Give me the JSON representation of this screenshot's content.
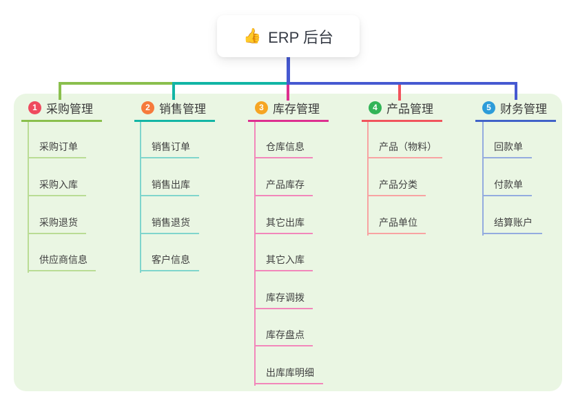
{
  "root": {
    "icon": "👍",
    "title": "ERP 后台"
  },
  "branches": [
    {
      "badge": "1",
      "title": "采购管理",
      "children": [
        "采购订单",
        "采购入库",
        "采购退货",
        "供应商信息"
      ]
    },
    {
      "badge": "2",
      "title": "销售管理",
      "children": [
        "销售订单",
        "销售出库",
        "销售退货",
        "客户信息"
      ]
    },
    {
      "badge": "3",
      "title": "库存管理",
      "children": [
        "仓库信息",
        "产品库存",
        "其它出库",
        "其它入库",
        "库存调拨",
        "库存盘点",
        "出库库明细"
      ]
    },
    {
      "badge": "4",
      "title": "产品管理",
      "children": [
        "产品（物料）",
        "产品分类",
        "产品单位"
      ]
    },
    {
      "badge": "5",
      "title": "财务管理",
      "children": [
        "回款单",
        "付款单",
        "结算账户"
      ]
    }
  ],
  "colors": {
    "panel_bg": "#eaf6e3",
    "root_line": "#4659d1",
    "branch1": {
      "line": "#8abf4d",
      "child_line": "#b9dc94",
      "badge": "#ef4a5e"
    },
    "branch2": {
      "line": "#12b5a5",
      "child_line": "#7fd5cc",
      "badge": "#f67a3c"
    },
    "branch3": {
      "line": "#dd2f8f",
      "child_line": "#f286ba",
      "badge": "#f6a523"
    },
    "branch4": {
      "line": "#f1535c",
      "child_line": "#f8a2a2",
      "badge": "#32b457"
    },
    "branch5": {
      "line": "#4062c8",
      "child_line": "#93abdf",
      "badge": "#2d9cd9"
    }
  }
}
